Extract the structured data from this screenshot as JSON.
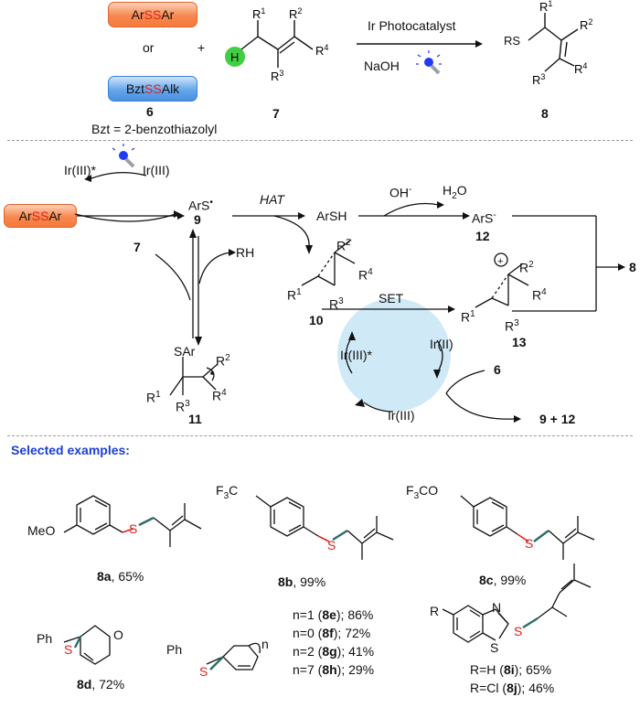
{
  "scheme": {
    "reagent_diaryl_pre": "Ar",
    "reagent_diaryl_ss": "SS",
    "reagent_diaryl_post": "Ar",
    "or_text": "or",
    "plus_text": "+",
    "reagent_bzt_pre": "Bzt",
    "reagent_bzt_ss": "SS",
    "reagent_bzt_post": "Alk",
    "compound_6": "6",
    "compound_7": "7",
    "compound_8": "8",
    "bzt_definition": "Bzt = 2-benzothiazolyl",
    "catalyst_label": "Ir Photocatalyst",
    "base_label": "NaOH",
    "alkene_sub_r1": "R",
    "alkene_sub_r2": "R",
    "alkene_sub_r3": "R",
    "alkene_sub_r4": "R",
    "h_label": "H",
    "product_rs": "RS"
  },
  "mechanism": {
    "ir3_star": "Ir(III)*",
    "ir3": "Ir(III)",
    "ars_radical": "ArS",
    "label_9": "9",
    "hat": "HAT",
    "arsh": "ArSH",
    "oh": "OH",
    "h2o": "H",
    "ars_anion": "ArS",
    "label_12": "12",
    "label_8": "8",
    "label_7": "7",
    "rh": "RH",
    "label_10": "10",
    "set": "SET",
    "label_13": "13",
    "sar": "SAr",
    "label_11": "11",
    "cycle_ir3_star": "Ir(III)*",
    "cycle_ir2": "Ir(II)",
    "cycle_ir3": "Ir(III)",
    "label_6": "6",
    "product_9_12": "9 + 12"
  },
  "examples": {
    "title": "Selected examples:",
    "e8a_label": "8a",
    "e8a_yield": ", 65%",
    "e8a_sub": "MeO",
    "e8b_label": "8b",
    "e8b_yield": ", 99%",
    "e8b_sub": "F",
    "e8c_label": "8c",
    "e8c_yield": ", 99%",
    "e8c_sub": "F",
    "e8d_label": "8d",
    "e8d_yield": ", 72%",
    "ph": "Ph",
    "n_series": [
      {
        "pre": "n=1 (",
        "id": "8e",
        "post": "); 86%"
      },
      {
        "pre": "n=0 (",
        "id": "8f",
        "post": ");  72%"
      },
      {
        "pre": "n=2 (",
        "id": "8g",
        "post": "); 41%"
      },
      {
        "pre": "n=7 (",
        "id": "8h",
        "post": "); 29%"
      }
    ],
    "bzt_series": [
      {
        "pre": "R=H (",
        "id": "8i",
        "post": "); 65%"
      },
      {
        "pre": "R=Cl (",
        "id": "8j",
        "post": "); 46%"
      }
    ],
    "bzt_r": "R",
    "ring_o": "O",
    "ring_n": "N",
    "ring_s": "S",
    "n_subscript": "n",
    "s_atom": "S"
  },
  "colors": {
    "sulfur_red": "#e0211c",
    "title_blue": "#1a3fd6",
    "cycle_fill": "#cfe9f7",
    "h_green": "#3fcf43",
    "bond_teal": "#2a6e66"
  }
}
